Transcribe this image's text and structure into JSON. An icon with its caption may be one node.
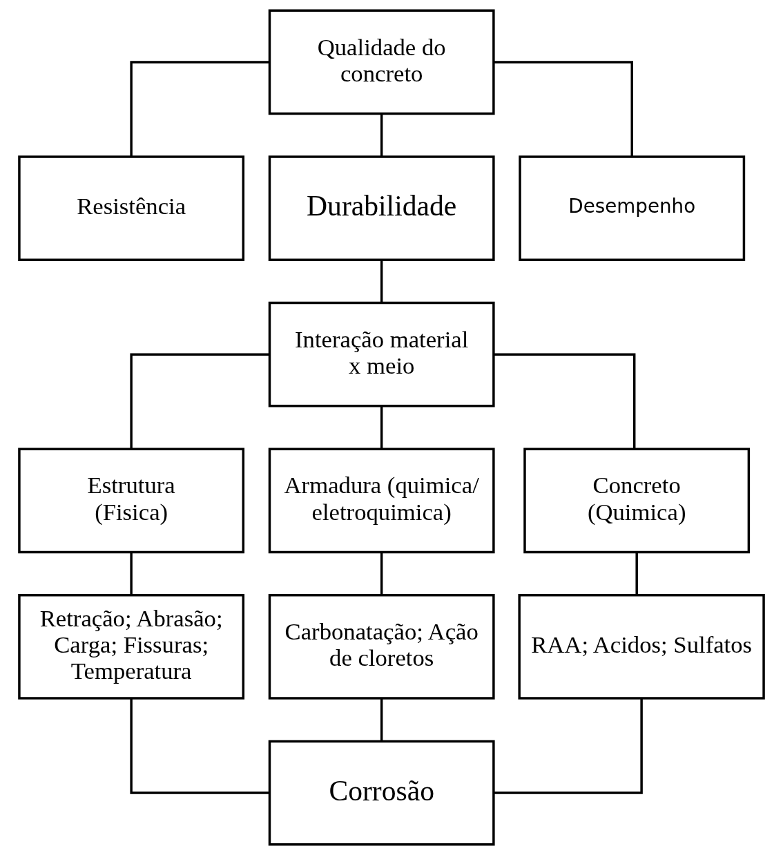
{
  "diagram": {
    "nodes": [
      {
        "text": [
          "Qualidade do concreto"
        ]
      },
      {
        "text": [
          "Resistência"
        ]
      },
      {
        "text": [
          "Durabilidade"
        ]
      },
      {
        "text": [
          "Desempenho"
        ]
      },
      {
        "text": [
          "Interação material x meio"
        ]
      },
      {
        "text": [
          "Estrutura (Fisica)"
        ]
      },
      {
        "text": [
          "Armadura (quimica/ eletroquimica)"
        ]
      },
      {
        "text": [
          "Concreto (Quimica)"
        ]
      },
      {
        "text": [
          "Retração; Abrasão; Carga; Fissuras; Temperatura"
        ]
      },
      {
        "text": [
          "Carbonatação; Ação de cloretos"
        ]
      },
      {
        "text": [
          "RAA; Acidos; Sulfatos"
        ]
      },
      {
        "text": [
          "Corrosão"
        ]
      }
    ],
    "edges": [
      {
        "from": 0,
        "to": 1,
        "arrow": "none"
      },
      {
        "from": 0,
        "to": 2,
        "arrow": "none"
      },
      {
        "from": 0,
        "to": 3,
        "arrow": "none"
      },
      {
        "from": 2,
        "to": 4,
        "arrow": "none"
      },
      {
        "from": 4,
        "to": 5,
        "arrow": "none"
      },
      {
        "from": 4,
        "to": 6,
        "arrow": "none"
      },
      {
        "from": 4,
        "to": 7,
        "arrow": "none"
      },
      {
        "from": 5,
        "to": 8,
        "arrow": "none"
      },
      {
        "from": 6,
        "to": 9,
        "arrow": "none"
      },
      {
        "from": 7,
        "to": 10,
        "arrow": "none"
      },
      {
        "from": 8,
        "to": 11,
        "arrow": "none"
      },
      {
        "from": 9,
        "to": 11,
        "arrow": "none"
      },
      {
        "from": 10,
        "to": 11,
        "arrow": "none"
      }
    ]
  }
}
